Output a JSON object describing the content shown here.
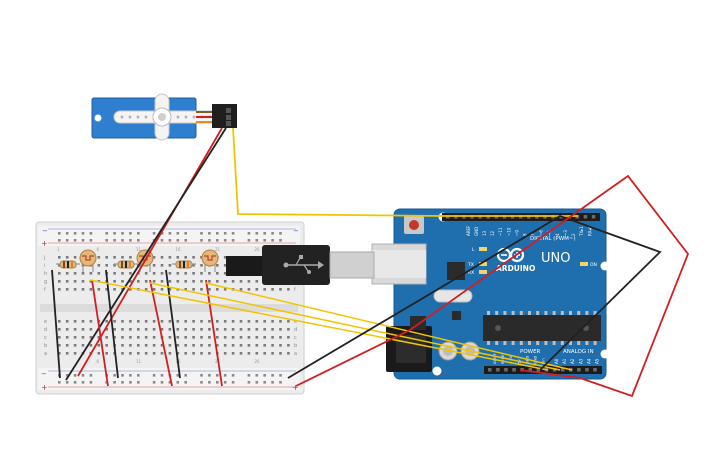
{
  "board": {
    "brand": "ARDUINO",
    "model": "UNO",
    "digital_label": "DIGITAL (PWM~)",
    "power_label": "POWER",
    "analog_label": "ANALOG IN",
    "on_label": "ON",
    "tx_label": "TX",
    "rx_label": "RX",
    "l_label": "L",
    "aref_label": "AREF",
    "gnd_label": "GND",
    "digital_pins": [
      "13",
      "12",
      "~11",
      "~10",
      "~9",
      "8",
      "7",
      "~6",
      "~5",
      "4",
      "~3",
      "2",
      "TX▸1",
      "RX◂0"
    ],
    "analog_pins": [
      "A0",
      "A1",
      "A2",
      "A3",
      "A4",
      "A5"
    ],
    "power_pins": [
      "IOREF",
      "RESET",
      "3.3V",
      "5V",
      "GND",
      "GND",
      "Vin"
    ]
  },
  "breadboard": {
    "rail_plus": "+",
    "rail_minus": "−",
    "row_letters_top": [
      "j",
      "i",
      "h",
      "g",
      "f"
    ],
    "row_letters_bottom": [
      "e",
      "d",
      "c",
      "b",
      "a"
    ],
    "column_count": 30
  },
  "colors": {
    "board_blue": "#1f6fae",
    "wire_red": "#d11f1f",
    "wire_black": "#222222",
    "wire_yellow": "#f2c400",
    "servo_blue": "#2f7fd1",
    "breadboard": "#e9e9e9"
  },
  "components": {
    "servo": "servo-motor",
    "sensors": [
      "photoresistor",
      "photoresistor",
      "photoresistor"
    ],
    "resistors": [
      "resistor",
      "resistor",
      "resistor"
    ]
  }
}
